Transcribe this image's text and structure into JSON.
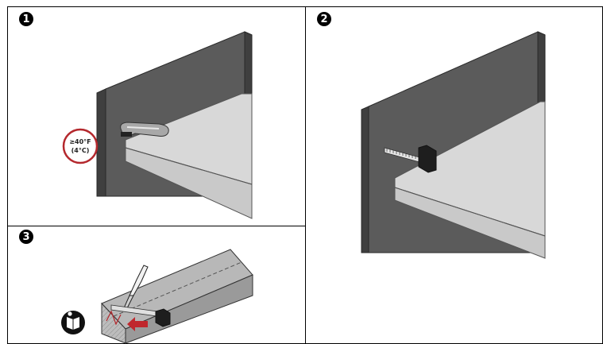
{
  "steps": [
    {
      "number": "1"
    },
    {
      "number": "2"
    },
    {
      "number": "3"
    }
  ],
  "step1": {
    "temp_line1": "≥40°F",
    "temp_line2": "(4°C)"
  },
  "colors": {
    "wall": "#5b5b5b",
    "slab": "#d8d8d8",
    "temperature_ring": "#b4282d",
    "arrow": "#c0272d"
  },
  "icons": [
    "heat-gun-icon",
    "utility-knife-icon",
    "read-manual-icon",
    "arrow-icon"
  ]
}
